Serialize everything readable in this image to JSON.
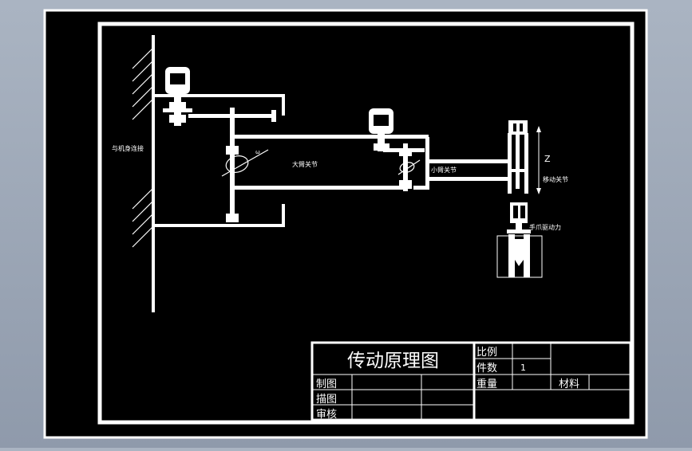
{
  "colors": {
    "background": "#000000",
    "ink": "#ffffff",
    "app_frame": "#9aa5b5"
  },
  "labels": {
    "base": "与机身连接",
    "shoulder_joint": "大臂关节",
    "elbow_joint": "小臂关节",
    "wrist_joint": "移动关节",
    "gripper": "手爪驱动力",
    "z_axis": "Z",
    "rotation": "ω"
  },
  "title_block": {
    "title": "传动原理图",
    "scale_label": "比例",
    "count_label": "件数",
    "count_value": "1",
    "weight_label": "重量",
    "material_label": "材料",
    "drawn_label": "制图",
    "traced_label": "描图",
    "reviewed_label": "审核"
  }
}
